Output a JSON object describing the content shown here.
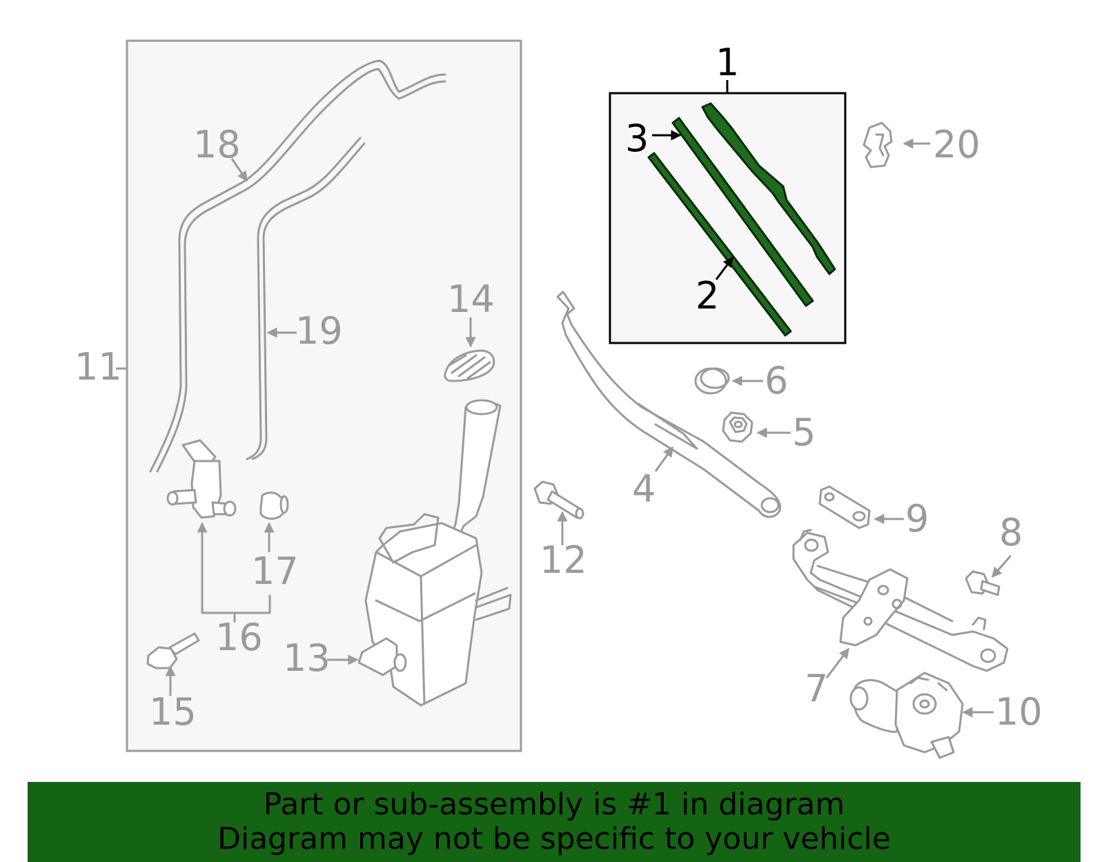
{
  "callouts": {
    "c1": "1",
    "c2": "2",
    "c3": "3",
    "c4": "4",
    "c5": "5",
    "c6": "6",
    "c7": "7",
    "c8": "8",
    "c9": "9",
    "c10": "10",
    "c11": "11",
    "c12": "12",
    "c13": "13",
    "c14": "14",
    "c15": "15",
    "c16": "16",
    "c17": "17",
    "c18": "18",
    "c19": "19",
    "c20": "20"
  },
  "banner": {
    "line1": "Part or sub-assembly is #1 in diagram",
    "line2": "Diagram may not be specific to your vehicle"
  },
  "colors": {
    "highlight": "#1e6b1e",
    "banner_bg": "#146414",
    "part_stroke": "#9a9a9a",
    "panel_bg": "#f7f7f7"
  }
}
